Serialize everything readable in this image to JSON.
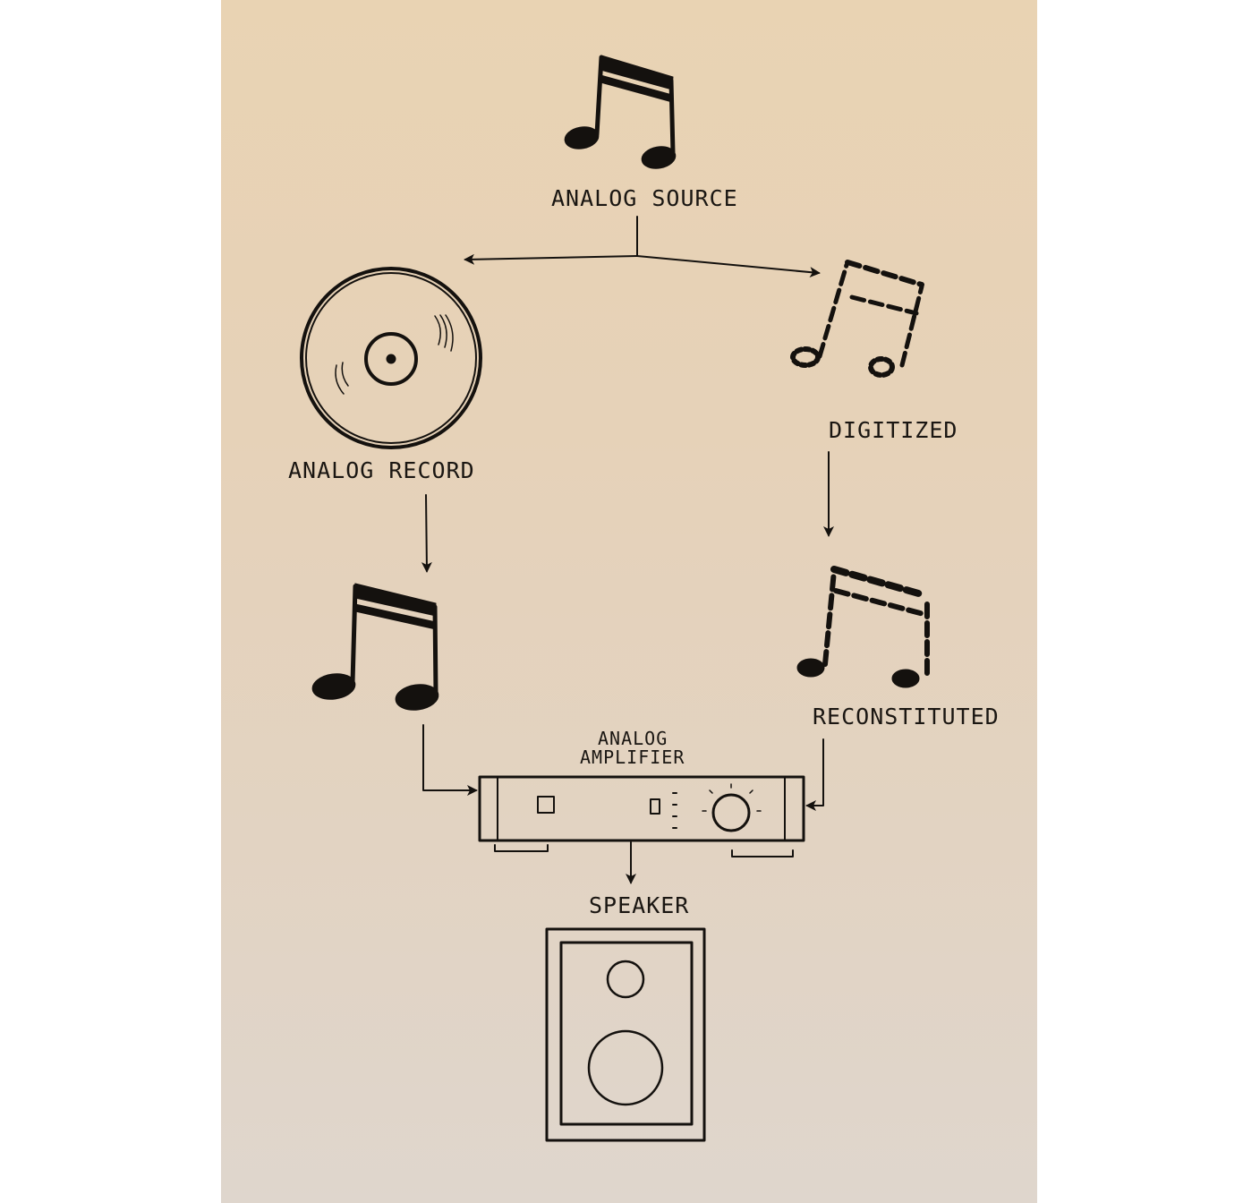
{
  "diagram": {
    "nodes": {
      "analog_source": {
        "label": "ANALOG SOURCE",
        "icon": "music-note-icon"
      },
      "analog_record": {
        "label": "ANALOG RECORD",
        "icon": "vinyl-record-icon"
      },
      "digitized": {
        "label": "DIGITIZED",
        "icon": "dashed-music-note-icon"
      },
      "record_output": {
        "label": "",
        "icon": "music-note-icon"
      },
      "reconstituted": {
        "label": "RECONSTITUTED",
        "icon": "dashed-music-note-icon"
      },
      "amplifier": {
        "label_line1": "ANALOG",
        "label_line2": "AMPLIFIER",
        "icon": "amplifier-icon"
      },
      "speaker": {
        "label": "SPEAKER",
        "icon": "speaker-icon"
      }
    },
    "edges": [
      {
        "from": "analog_source",
        "to": "analog_record"
      },
      {
        "from": "analog_source",
        "to": "digitized"
      },
      {
        "from": "analog_record",
        "to": "record_output"
      },
      {
        "from": "digitized",
        "to": "reconstituted"
      },
      {
        "from": "record_output",
        "to": "amplifier"
      },
      {
        "from": "reconstituted",
        "to": "amplifier"
      },
      {
        "from": "amplifier",
        "to": "speaker"
      }
    ],
    "colors": {
      "ink": "#14110e",
      "paper": "#e6d2b8"
    }
  }
}
